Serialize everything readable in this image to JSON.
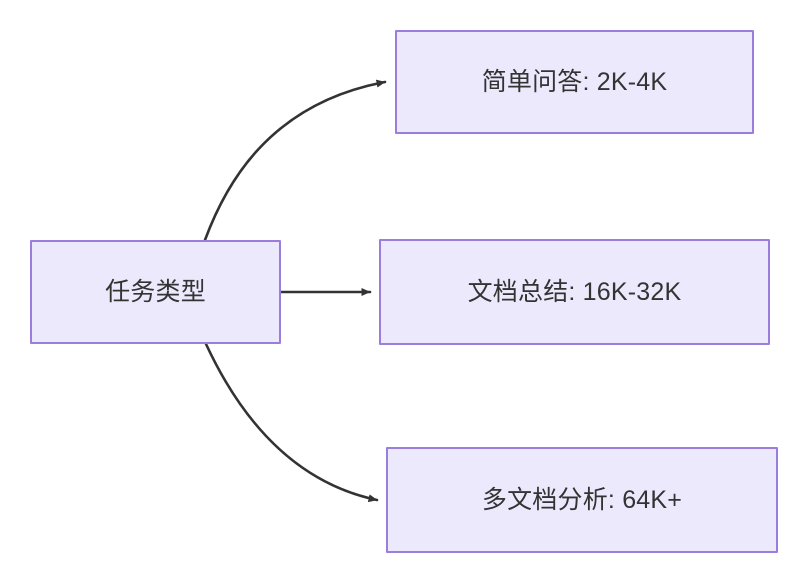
{
  "diagram": {
    "type": "flowchart",
    "direction": "left-to-right",
    "theme": {
      "node_fill": "#ece9fc",
      "node_border": "#9b7ddb",
      "text_color": "#333333",
      "edge_color": "#333333",
      "background": "#ffffff"
    },
    "root": {
      "id": "root",
      "label": "任务类型"
    },
    "nodes": [
      {
        "id": "task-1",
        "label": "简单问答: 2K-4K"
      },
      {
        "id": "task-2",
        "label": "文档总结: 16K-32K"
      },
      {
        "id": "task-3",
        "label": "多文档分析: 64K+"
      }
    ],
    "edges": [
      {
        "from": "root",
        "to": "task-1",
        "style": "curved",
        "arrow": "end"
      },
      {
        "from": "root",
        "to": "task-2",
        "style": "straight",
        "arrow": "end"
      },
      {
        "from": "root",
        "to": "task-3",
        "style": "curved",
        "arrow": "end"
      }
    ]
  }
}
